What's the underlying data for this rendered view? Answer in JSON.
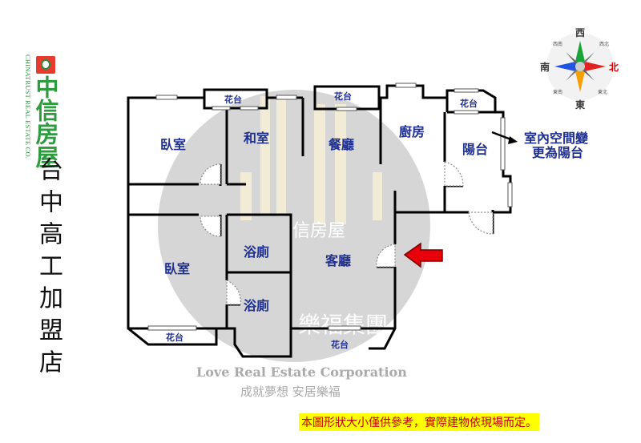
{
  "logo": {
    "name_cn": "中信房屋",
    "name_en": "CHINATRUST REAL ESTATE CO.",
    "brand_color": "#2e9b3e",
    "mark_color": "#e63b2e"
  },
  "branch": "台中高工加盟店",
  "compass": {
    "north": "北",
    "south": "南",
    "east": "東",
    "west": "西",
    "northwest": "西北",
    "southwest": "西南",
    "northeast": "東北",
    "southeast": "東南"
  },
  "rooms": {
    "bedroom_1": "臥室",
    "bedroom_2": "臥室",
    "japanese_room": "和室",
    "dining": "餐廳",
    "kitchen": "廚房",
    "balcony": "陽台",
    "living": "客廳",
    "bath_1": "浴廁",
    "bath_2": "浴廁",
    "planter_top_1": "花台",
    "planter_top_2": "花台",
    "planter_kitchen": "花台",
    "planter_bottom_1": "花台",
    "planter_bottom_2": "花台"
  },
  "annotation": {
    "line1": "室內空間變",
    "line2": "更為陽台"
  },
  "entrance_arrow_color": "#e8000b",
  "watermark": {
    "title": "樂福集團",
    "english": "Love Real Estate Corporation",
    "slogan": "成就夢想 安居樂福",
    "partner": "信房屋"
  },
  "disclaimer": "本圖形狀大小僅供參考，實際建物依現場而定。"
}
